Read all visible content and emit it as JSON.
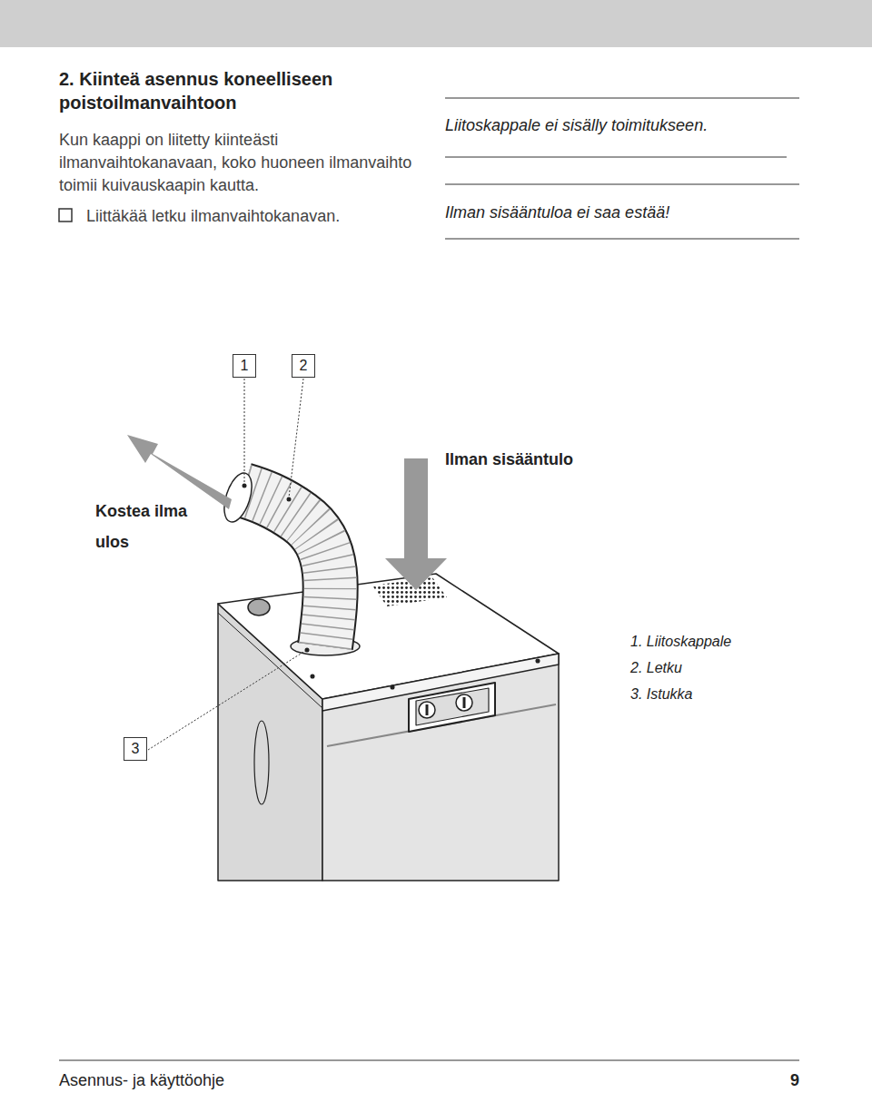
{
  "diagram": {
    "title": "2. Kiinteä asennus koneelliseen poistoilmanvaihtoon",
    "nodes": [
      {
        "text": [
          "1"
        ]
      },
      {
        "text": [
          "2"
        ]
      },
      {
        "text": [
          "3"
        ]
      }
    ],
    "edges": [],
    "labels": [
      "Kun kaappi on liitetty kiinteästi ilmanvaihtokanavaan, koko huoneen ilmanvaihto toimii kuivauskaapin kautta.",
      "Liittäkää letku ilmanvaihtokanavan.",
      "Liitoskappale ei sisälly toimitukseen.",
      "Ilman sisääntuloa ei saa estää!",
      "Ilman sisääntulo",
      "Kostea ilma ulos",
      "1. Liitoskappale",
      "2. Letku",
      "3. Istukka",
      "Asennus- ja käyttöohje",
      "9"
    ]
  }
}
